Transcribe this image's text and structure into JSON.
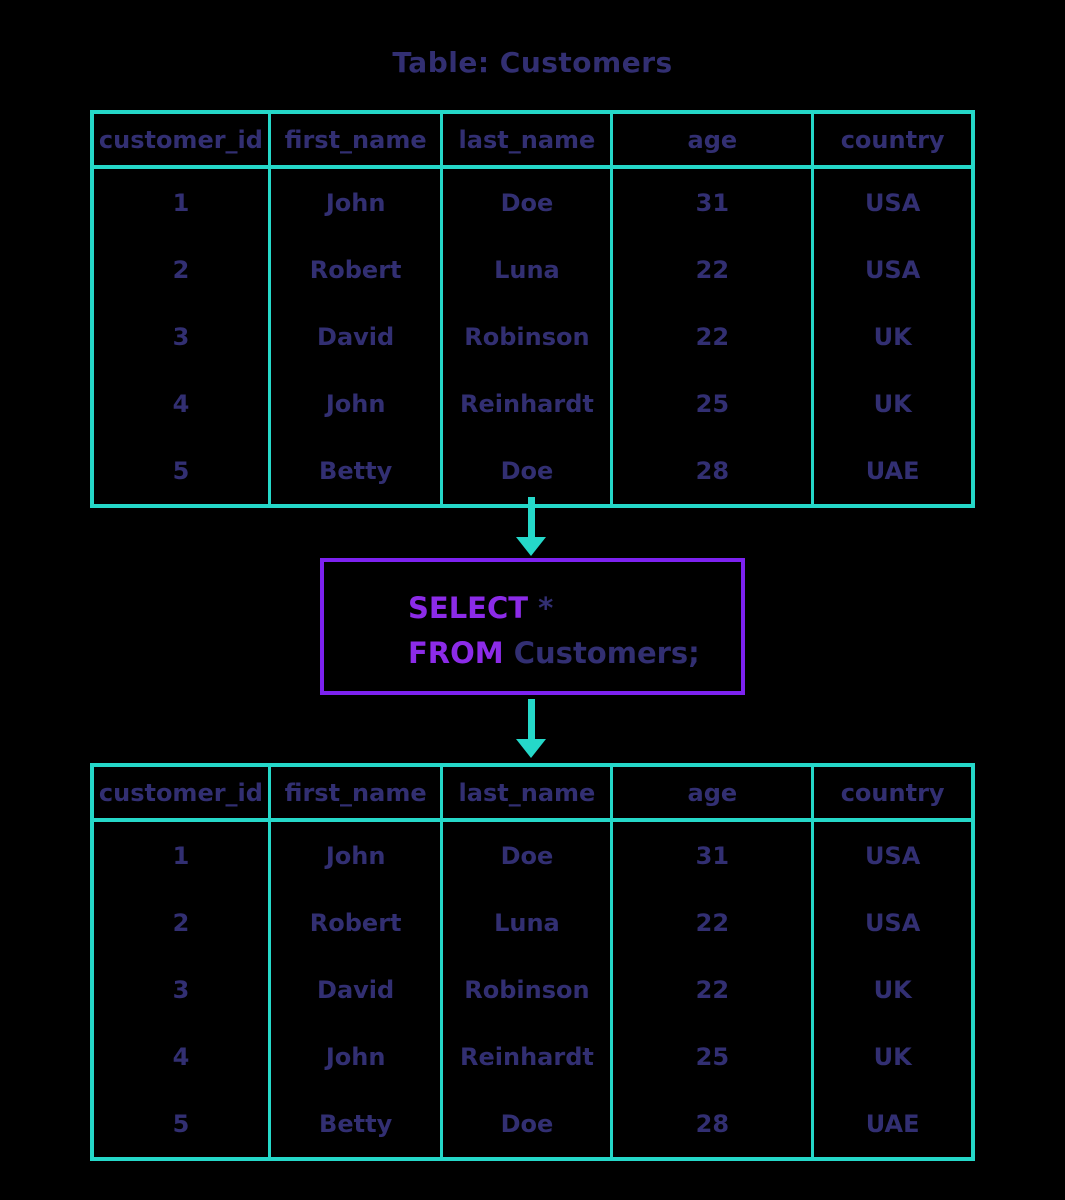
{
  "title": "Table: Customers",
  "colors": {
    "background": "#000000",
    "teal": "#25d8c9",
    "navy": "#322f72",
    "purple_border": "#7d22f0",
    "purple_keyword": "#8c2be8"
  },
  "source_table": {
    "columns": [
      "customer_id",
      "first_name",
      "last_name",
      "age",
      "country"
    ],
    "rows": [
      [
        "1",
        "John",
        "Doe",
        "31",
        "USA"
      ],
      [
        "2",
        "Robert",
        "Luna",
        "22",
        "USA"
      ],
      [
        "3",
        "David",
        "Robinson",
        "22",
        "UK"
      ],
      [
        "4",
        "John",
        "Reinhardt",
        "25",
        "UK"
      ],
      [
        "5",
        "Betty",
        "Doe",
        "28",
        "UAE"
      ]
    ]
  },
  "query": {
    "select_keyword": "SELECT",
    "select_rest": " *",
    "from_keyword": "FROM",
    "from_rest": " Customers;"
  },
  "result_table": {
    "columns": [
      "customer_id",
      "first_name",
      "last_name",
      "age",
      "country"
    ],
    "rows": [
      [
        "1",
        "John",
        "Doe",
        "31",
        "USA"
      ],
      [
        "2",
        "Robert",
        "Luna",
        "22",
        "USA"
      ],
      [
        "3",
        "David",
        "Robinson",
        "22",
        "UK"
      ],
      [
        "4",
        "John",
        "Reinhardt",
        "25",
        "UK"
      ],
      [
        "5",
        "Betty",
        "Doe",
        "28",
        "UAE"
      ]
    ]
  }
}
